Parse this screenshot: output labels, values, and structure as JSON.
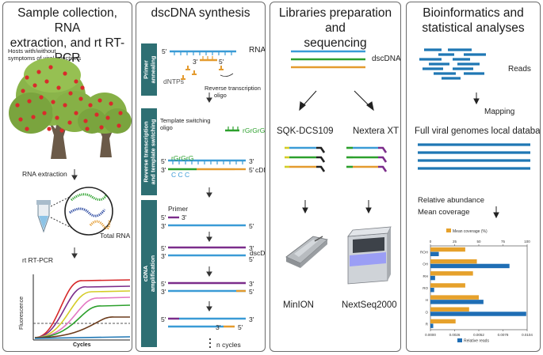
{
  "panels": [
    {
      "title_line1": "Sample collection, RNA",
      "title_line2": "extraction, and rt RT-PCR"
    },
    {
      "title_line1": "dscDNA synthesis",
      "title_line2": ""
    },
    {
      "title_line1": "Libraries preparation and",
      "title_line2": "sequencing"
    },
    {
      "title_line1": "Bioinformatics and",
      "title_line2": "statistical analyses"
    }
  ],
  "sample": {
    "hosts_line1": "Hosts with/without",
    "hosts_line2": "symptoms of viral infections",
    "rna_extraction": "RNA extraction",
    "total_rna": "Total RNA",
    "rt_pcr": "rt RT-PCR",
    "ylabel": "Fluorescence",
    "xlabel": "Cycles"
  },
  "synthesis": {
    "side_primer_1": "Primer",
    "side_primer_2": "annealing",
    "side_rt_1": "Reverse transcription",
    "side_rt_2": "and template switching",
    "side_amp_1": "cDNA",
    "side_amp_2": "amplification",
    "five": "5'",
    "three": "3'",
    "rna": "RNA",
    "dntps": "dNTPs",
    "rt_oligo_1": "Reverse transcription",
    "rt_oligo_2": "oligo",
    "ts_oligo_1": "Template switching",
    "ts_oligo_2": "oligo",
    "rgrgrg": "rGrGrG",
    "ccc": "C C C",
    "cdna": "cDNA",
    "primer": "Primer",
    "dscdna": "dscDNA",
    "n_cycles": "n cycles"
  },
  "libraries": {
    "dscdnas": "dscDNAs",
    "kit_left": "SQK-DCS109",
    "kit_right": "Nextera XT",
    "device_left": "MinION",
    "device_right": "NextSeq2000"
  },
  "bioinf": {
    "reads": "Reads",
    "mapping": "Mapping",
    "database": "Full viral genomes local database",
    "relative_abundance": "Relative abundance",
    "mean_coverage": "Mean coverage"
  },
  "colors": {
    "teal": "#2e6f73",
    "blue": "#1f77b4",
    "orange": "#e49b2f",
    "green": "#2ca02c",
    "purple": "#7b2d8b",
    "yellow": "#d4cc26",
    "red": "#d62728"
  },
  "chart_data": {
    "type": "bar",
    "orientation": "horizontal",
    "categories": [
      "ROH",
      "OH",
      "RH",
      "RO",
      "H",
      "O",
      "R"
    ],
    "series": [
      {
        "name": "Mean coverage (%)",
        "color": "#e6a12b",
        "axis": "top",
        "values": [
          36,
          48,
          44,
          36,
          50,
          40,
          26
        ]
      },
      {
        "name": "Relative reads",
        "color": "#1f6eb5",
        "axis": "bottom",
        "values": [
          0.0009,
          0.0085,
          0.0005,
          0.0004,
          0.0057,
          0.0103,
          0.0003
        ]
      }
    ],
    "top_axis": {
      "ticks": [
        "0",
        "25",
        "50",
        "75",
        "100"
      ],
      "range": [
        0,
        100
      ]
    },
    "bottom_axis": {
      "ticks": [
        "0.0000",
        "0.0026",
        "0.0052",
        "0.0078",
        "0.0104"
      ],
      "range": [
        0,
        0.0104
      ]
    },
    "legend": "top and bottom"
  }
}
